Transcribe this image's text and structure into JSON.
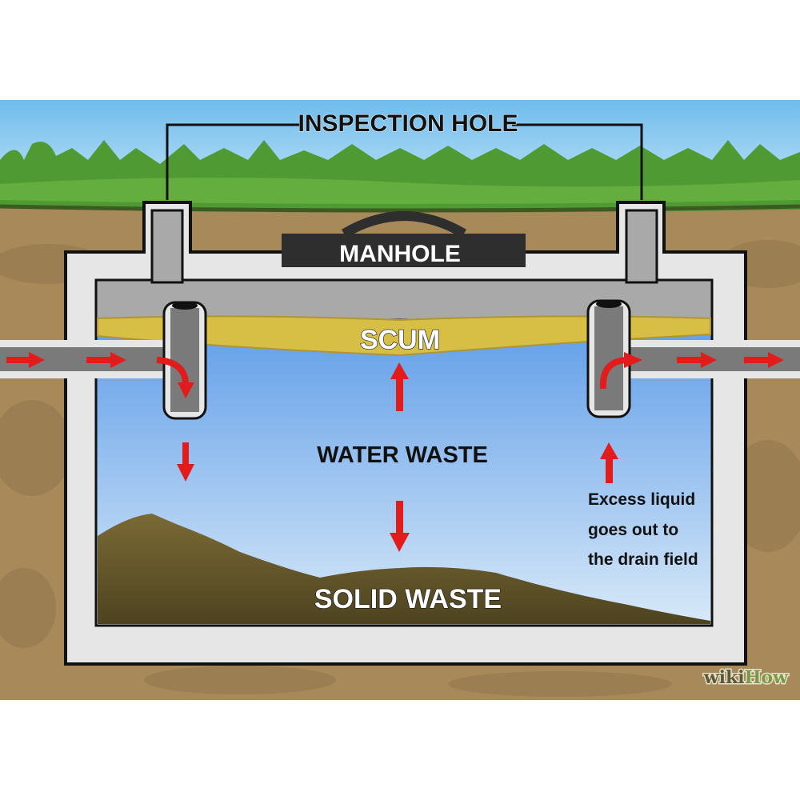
{
  "diagram": {
    "title": "Septic tank cross-section",
    "labels": {
      "inspection_hole": "INSPECTION HOLE",
      "manhole": "MANHOLE",
      "scum": "SCUM",
      "water_waste": "WATER WASTE",
      "solid_waste": "SOLID WASTE",
      "excess_line1": "Excess liquid",
      "excess_line2": "goes out to",
      "excess_line3": "the drain field"
    },
    "watermark": {
      "part1": "wiki",
      "part2": "How"
    },
    "colors": {
      "sky": "#7ec3ee",
      "grass": "#4f9a32",
      "soil": "#a88a5a",
      "tank_wall": "#e6e6e6",
      "pipe": "#7a7a7a",
      "scum": "#d9c24a",
      "water_top": "#6aa6ea",
      "water_bottom": "#cfe3f7",
      "sludge": "#6b5a2a",
      "arrow": "#e21b1b",
      "manhole": "#2e2e2e"
    }
  }
}
